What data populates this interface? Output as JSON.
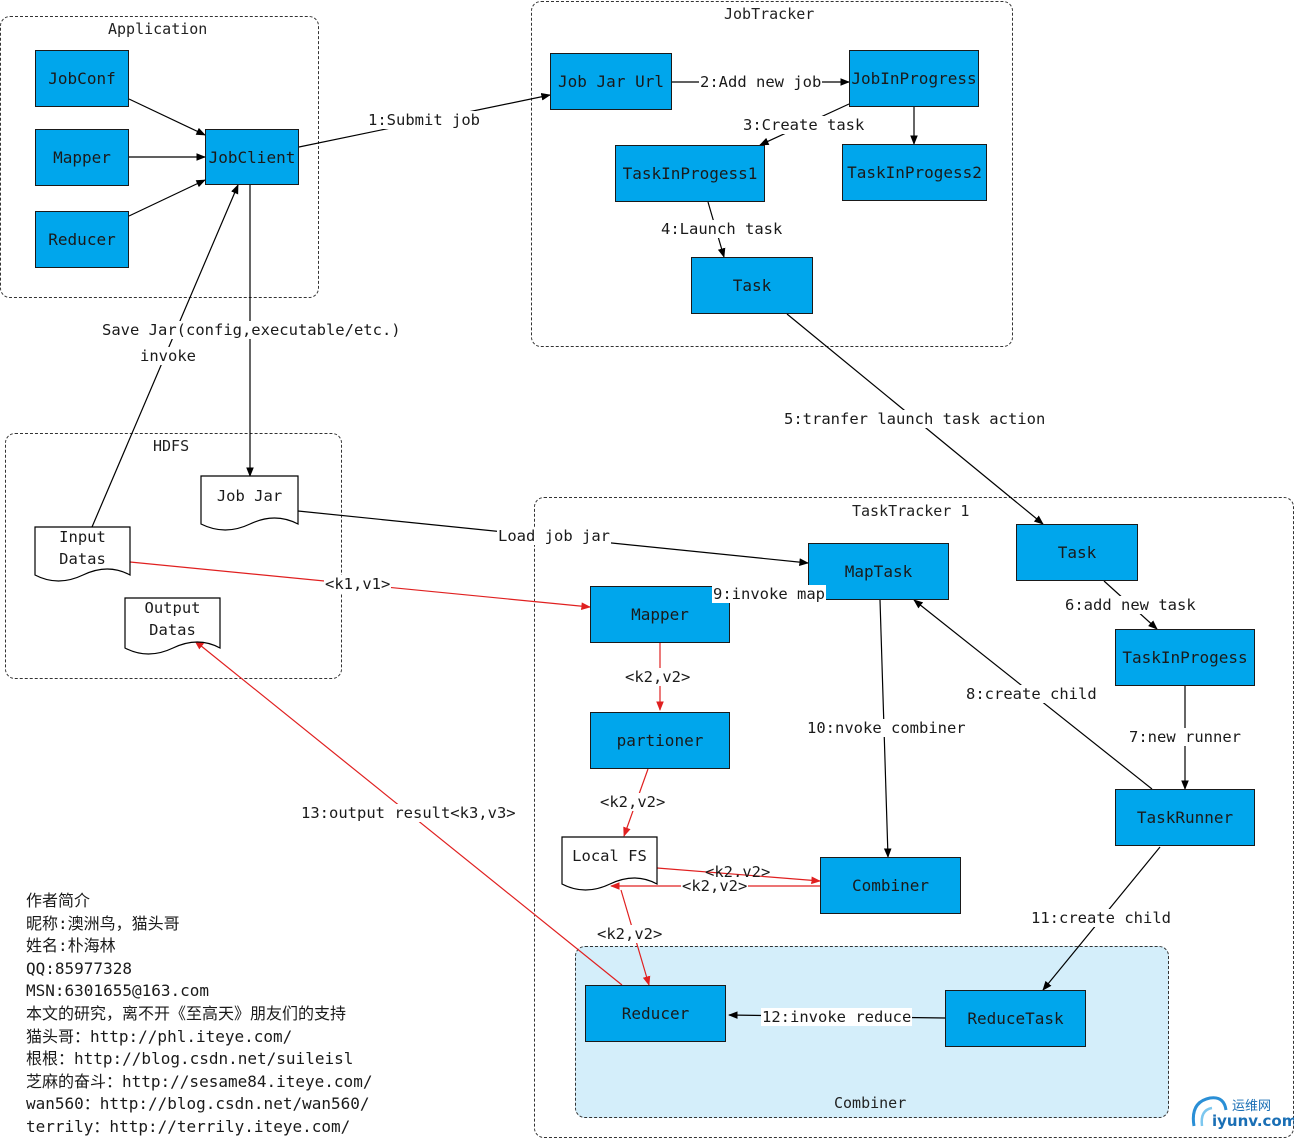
{
  "groups": {
    "application": "Application",
    "jobtracker": "JobTracker",
    "hdfs": "HDFS",
    "tasktracker": "TaskTracker 1",
    "combiner": "Combiner"
  },
  "nodes": {
    "jobconf": "JobConf",
    "mapper_app": "Mapper",
    "reducer_app": "Reducer",
    "jobclient": "JobClient",
    "job_jar_url": "Job Jar Url",
    "jobinprogress": "JobInProgress",
    "taskinprogess1": "TaskInProgess1",
    "taskinprogess2": "TaskInProgess2",
    "task_jt": "Task",
    "task_tt": "Task",
    "taskinprogess_tt": "TaskInProgess",
    "taskrunner": "TaskRunner",
    "maptask": "MapTask",
    "mapper_tt": "Mapper",
    "partioner": "partioner",
    "combiner_box": "Combiner",
    "reducer_tt": "Reducer",
    "reducetask": "ReduceTask"
  },
  "documents": {
    "job_jar": "Job Jar",
    "input_datas_1": "Input",
    "input_datas_2": "Datas",
    "output_datas_1": "Output",
    "output_datas_2": "Datas",
    "local_fs": "Local FS"
  },
  "labels": {
    "submit_job": "1:Submit job",
    "add_new_job": "2:Add new job",
    "create_task": "3:Create task",
    "launch_task": "4:Launch task",
    "tranfer": "5:tranfer launch task action",
    "add_new_task": "6:add new task",
    "new_runner": "7:new runner",
    "create_child_8": "8:create child",
    "invoke_map": "9:invoke map",
    "invoke_combiner": "10:nvoke combiner",
    "create_child_11": "11:create child",
    "invoke_reduce": "12:invoke reduce",
    "output_result": "13:output result<k3,v3>",
    "save_jar": "Save Jar(config,executable/etc.)",
    "invoke": "invoke",
    "load_job_jar": "Load job jar",
    "k1v1": "<k1,v1>",
    "k2v2_a": "<k2,v2>",
    "k2v2_b": "<k2,v2>",
    "k2v2_c": "<k2,v2>",
    "k2v2_d": "<k2,v2>",
    "k2v2_e": "<k2,v2>"
  },
  "author_info": [
    "作者简介",
    "昵称:澳洲鸟，猫头哥",
    "姓名:朴海林",
    "QQ:85977328",
    "MSN:6301655@163.com",
    "本文的研究，离不开《至高天》朋友们的支持",
    "猫头哥：http://phl.iteye.com/",
    "根根：http://blog.csdn.net/suileisl",
    "芝麻的奋斗：http://sesame84.iteye.com/",
    "wan560：http://blog.csdn.net/wan560/",
    "terrily：http://terrily.iteye.com/"
  ],
  "watermark": {
    "cn": "运维网",
    "en": "iyunv.com"
  },
  "colors": {
    "box_fill": "#00a6ec",
    "combiner_fill": "#d4eefa",
    "red_arrow": "#e02020",
    "black_arrow": "#000000"
  }
}
